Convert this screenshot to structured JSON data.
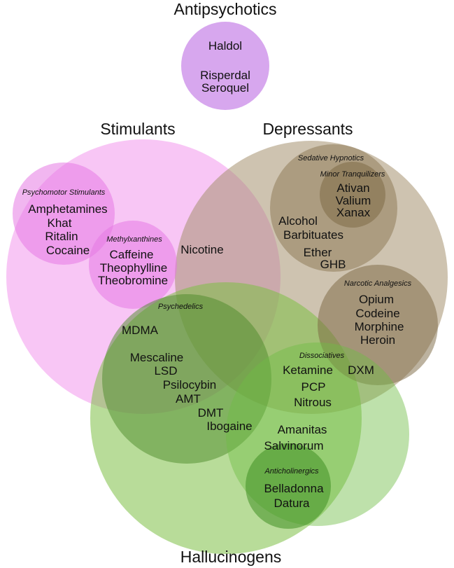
{
  "categories": {
    "antipsychotics": {
      "label": "Antipsychotics",
      "color": "#c77fe6",
      "drugs": [
        "Haldol",
        "Risperdal",
        "Seroquel"
      ]
    },
    "stimulants": {
      "label": "Stimulants",
      "color": "#f7a8f0"
    },
    "depressants": {
      "label": "Depressants",
      "color": "#c2b39a",
      "drugs": [
        "Alcohol",
        "Barbituates",
        "Ether",
        "GHB"
      ]
    },
    "hallucinogens": {
      "label": "Hallucinogens",
      "color": "#9ccf6c"
    }
  },
  "subgroups": {
    "psychomotor": {
      "label": "Psychomotor Stimulants",
      "drugs": [
        "Amphetamines",
        "Khat",
        "Ritalin",
        "Cocaine"
      ]
    },
    "methylxanthines": {
      "label": "Methylxanthines",
      "drugs": [
        "Caffeine",
        "Theophylline",
        "Theobromine"
      ]
    },
    "sedative_hypnotics": {
      "label": "Sedative Hypnotics"
    },
    "minor_tranquilizers": {
      "label": "Minor Tranquilizers",
      "drugs": [
        "Ativan",
        "Valium",
        "Xanax"
      ]
    },
    "narcotic_analgesics": {
      "label": "Narcotic Analgesics",
      "drugs": [
        "Opium",
        "Codeine",
        "Morphine",
        "Heroin"
      ]
    },
    "psychedelics": {
      "label": "Psychedelics",
      "drugs": [
        "MDMA",
        "Mescaline",
        "LSD",
        "Psilocybin",
        "AMT",
        "DMT",
        "Ibogaine"
      ]
    },
    "dissociatives": {
      "label": "Dissociatives",
      "drugs": [
        "Ketamine",
        "PCP",
        "Nitrous",
        "DXM",
        "Amanitas",
        "Salvinorum"
      ]
    },
    "anticholinergics": {
      "label": "Anticholinergics",
      "drugs": [
        "Belladonna",
        "Datura"
      ]
    }
  },
  "overlap_drugs": {
    "nicotine": "Nicotine"
  }
}
